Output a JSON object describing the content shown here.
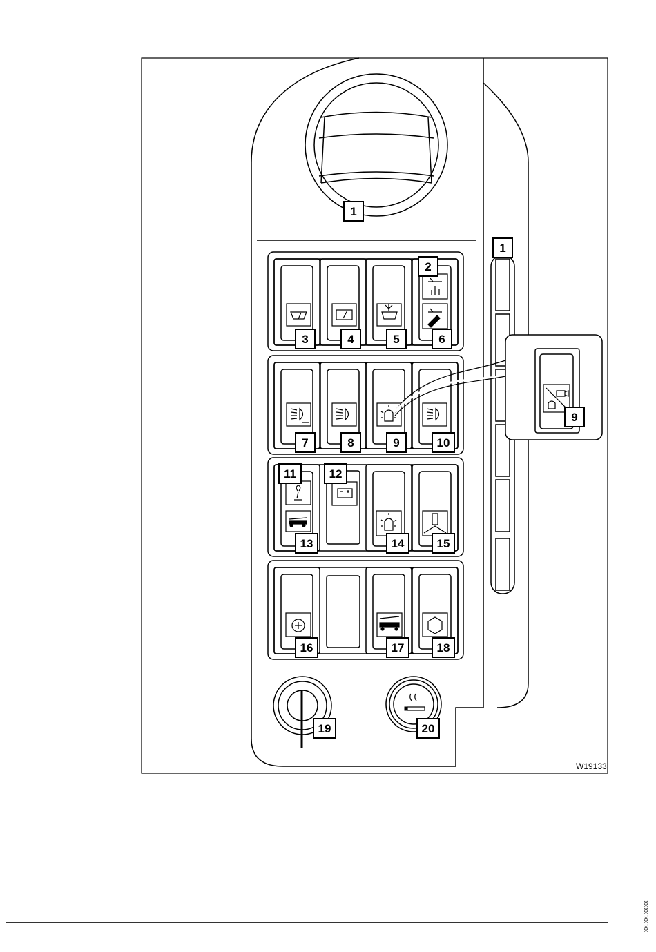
{
  "figure": {
    "code": "W19133",
    "callouts": [
      "1",
      "1",
      "2",
      "3",
      "4",
      "5",
      "6",
      "7",
      "8",
      "9",
      "10",
      "9",
      "11",
      "12",
      "13",
      "14",
      "15",
      "16",
      "17",
      "18",
      "19",
      "20"
    ]
  },
  "side_code": "xx.xx.xxxx",
  "icons": {
    "wiper_front": "windscreen-wiper-icon",
    "wiper_interval": "interval-wiper-icon",
    "washer": "washer-icon",
    "headlight": "headlight-icon",
    "beacon": "rotating-beacon-icon",
    "battery": "battery-icon",
    "seat": "seat-icon",
    "truck": "truck-icon",
    "rear_camera": "camera-icon",
    "ignition": "ignition-switch",
    "cigarette_lighter": "cigarette-lighter"
  }
}
